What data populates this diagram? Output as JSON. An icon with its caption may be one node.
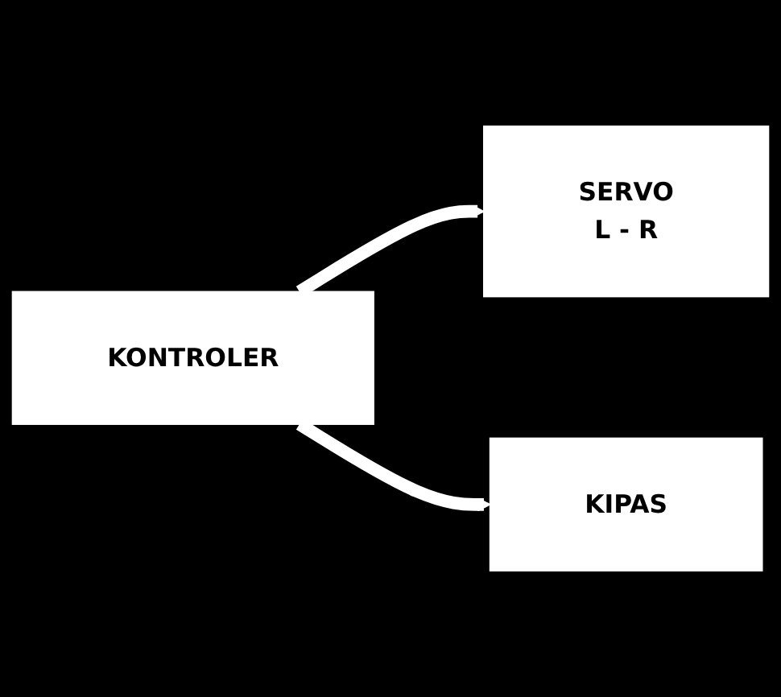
{
  "diagram": {
    "nodes": [
      {
        "text": [
          "KONTROLER"
        ]
      },
      {
        "text": [
          "SERVO",
          "L - R"
        ]
      },
      {
        "text": [
          "KIPAS"
        ]
      }
    ],
    "edges": [
      {
        "from": 0,
        "to": 1,
        "arrow": "to"
      },
      {
        "from": 0,
        "to": 2,
        "arrow": "to"
      }
    ]
  }
}
